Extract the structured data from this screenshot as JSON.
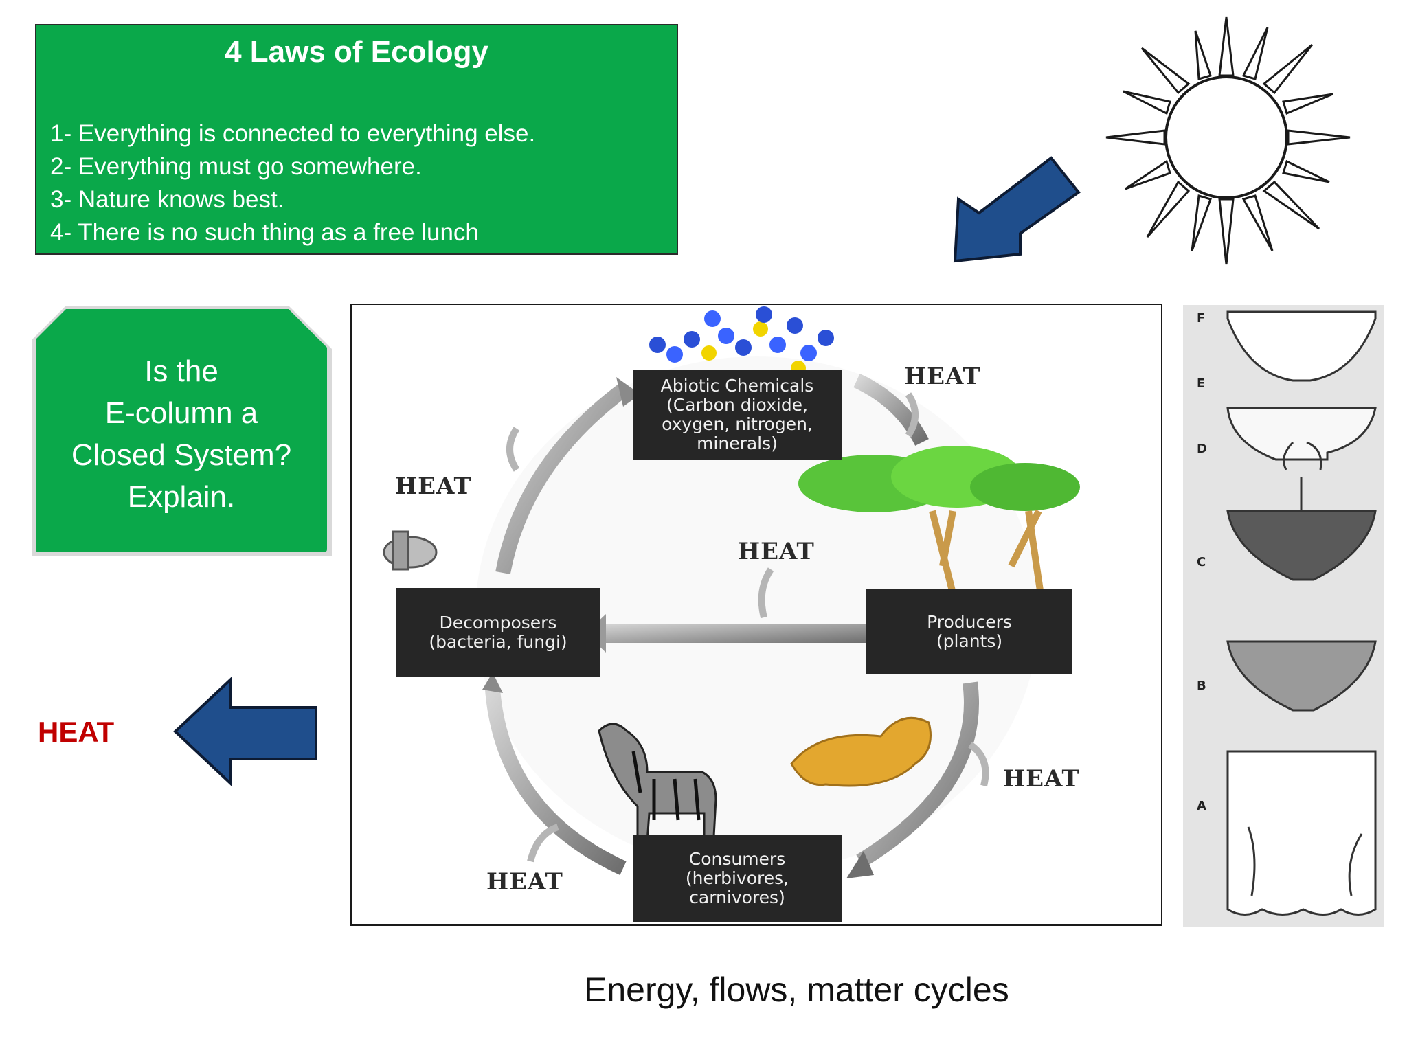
{
  "laws": {
    "title": "4 Laws of Ecology",
    "items": [
      "1- Everything is connected to everything else.",
      "2- Everything must go somewhere.",
      "3- Nature knows best.",
      "4- There is no such thing as a free lunch"
    ]
  },
  "question": {
    "lines": [
      "Is the",
      "E-column a",
      "Closed System?",
      "Explain."
    ]
  },
  "left_heat": "HEAT",
  "cycle": {
    "abiotic": [
      "Abiotic Chemicals",
      "(Carbon dioxide,",
      "oxygen, nitrogen,",
      "minerals)"
    ],
    "producers": [
      "Producers",
      "(plants)"
    ],
    "decomposers": [
      "Decomposers",
      "(bacteria, fungi)"
    ],
    "consumers": [
      "Consumers",
      "(herbivores,",
      "carnivores)"
    ],
    "heat_labels": [
      "HEAT",
      "HEAT",
      "HEAT",
      "HEAT",
      "HEAT"
    ]
  },
  "column": {
    "letters": [
      "F",
      "E",
      "D",
      "C",
      "B",
      "A"
    ]
  },
  "caption": "Energy, flows, matter cycles",
  "colors": {
    "green_box": "#0aa84a",
    "arrow_blue": "#1f4e8c",
    "heat_red": "#c00000",
    "node_dark": "#262626"
  }
}
